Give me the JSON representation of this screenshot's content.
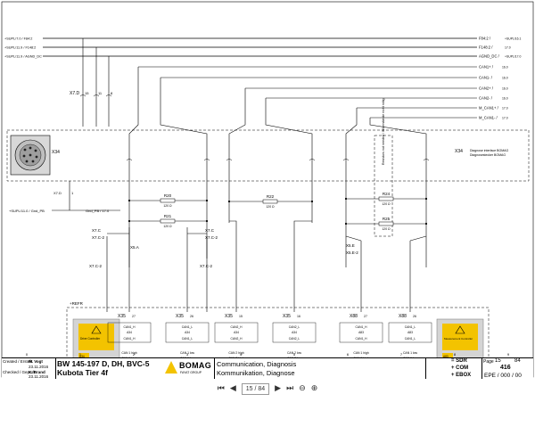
{
  "supplies_left": [
    {
      "label": "+SUPL/7.0 / F84:2"
    },
    {
      "label": "+SUPL/11.9 / F148:2"
    },
    {
      "label": "+SUPL/11.9 / AGND_DC"
    }
  ],
  "supplies_right": [
    {
      "label": "F84:2 /",
      "ref": "+SUPL/16.1"
    },
    {
      "label": "F148:2 /",
      "ref": "17.0"
    },
    {
      "label": "AGND_DC /",
      "ref": "+SUPL/17.0"
    }
  ],
  "can_right": [
    {
      "label": "CAN1+ /",
      "ref": "16.0"
    },
    {
      "label": "CAN1- /",
      "ref": "16.0"
    },
    {
      "label": "CAN2+ /",
      "ref": "16.0"
    },
    {
      "label": "CAN2- /",
      "ref": "16.0"
    },
    {
      "label": "M_CAN1+ /",
      "ref": "17.0"
    },
    {
      "label": "M_CAN1- /",
      "ref": "17.0"
    }
  ],
  "x7d_pins": [
    "X7.D",
    "15",
    "11",
    "8"
  ],
  "x34": {
    "label": "X34",
    "text_line1": "Diagnose interface BOMAG",
    "text_line2": "Diagnosestecker BOMAG"
  },
  "dashed_note": "Resistors not needed / Widerstände nicht nötig",
  "gnd": {
    "left": "+SUPL/11.0 / Gnd_PB",
    "right": "Gnd_PB / 17.0",
    "conn": "X7.D",
    "pin": "1"
  },
  "resistors": [
    {
      "name": "R20",
      "value": "120 Ω"
    },
    {
      "name": "R21",
      "value": "120 Ω"
    },
    {
      "name": "R22",
      "value": "120 Ω"
    },
    {
      "name": "R24",
      "value": "120 Ω"
    },
    {
      "name": "R25",
      "value": "120 Ω"
    }
  ],
  "connectors": {
    "x7c_a": "X7.C",
    "x7c2_a": "X7.C-2",
    "x7c_b": "X7.C",
    "x7c2_b": "X7.C-2",
    "x5a": "X5.A",
    "x5e": "X5.E",
    "x5e2": "X5.E-2",
    "x7c2_c": "X7.C-2",
    "x7c2_d": "X7.C-2"
  },
  "refr": "+REFR",
  "controllers": {
    "left": {
      "name": "Drive Controller",
      "id": "A34"
    },
    "right": {
      "name": "Measurement Controller",
      "id": "A83"
    }
  },
  "module_cols": [
    {
      "conn": "X35",
      "pin": "27",
      "sig": "CAN1_H",
      "dev": "A34",
      "line": "CAN 1 high",
      "line2": "CAN 1 high"
    },
    {
      "conn": "X35",
      "pin": "26",
      "sig": "CAN1_L",
      "dev": "A34",
      "line": "CAN 1 low",
      "line2": "CAN 1 low"
    },
    {
      "conn": "X35",
      "pin": "15",
      "sig": "CAN2_H",
      "dev": "A34",
      "line": "CAN 2 high",
      "line2": "CAN 2 high"
    },
    {
      "conn": "X35",
      "pin": "16",
      "sig": "CAN2_L",
      "dev": "A34",
      "line": "CAN 2 low",
      "line2": "CAN 2 low"
    },
    {
      "conn": "X88",
      "pin": "27",
      "sig": "CAN1_H",
      "dev": "A83",
      "line": "CAN 1 high",
      "line2": "CAN 1 high"
    },
    {
      "conn": "X88",
      "pin": "26",
      "sig": "CAN1_L",
      "dev": "A83",
      "line": "CAN 1 low",
      "line2": "CAN 1 low"
    }
  ],
  "grid_numbers": [
    "0",
    "1",
    "2",
    "3",
    "4",
    "5",
    "6",
    "7",
    "8",
    "9"
  ],
  "title_block": {
    "created_label": "Created / Erstellt",
    "created_by": "M. Vogt",
    "created_date": "23.11.2016",
    "checked_label": "Checked / Geprüft",
    "checked_by": "K. Brand",
    "checked_date": "23.11.2016",
    "model_line1": "BW 145-197 D, DH, BVC-5",
    "model_line2": "Kubota Tier 4f",
    "brand": "BOMAG",
    "brand_sub": "FAYAT GROUP",
    "desc_en": "Communication, Diagnosis",
    "desc_de": "Kommunikation, Diagnose",
    "func": "= SDR",
    "location": "+ COM",
    "mounting": "+ EBOX",
    "page_label": "Page",
    "page": "15",
    "page_of": "84",
    "sheet_no": "416",
    "epe": "EPE / 000 / 00"
  },
  "toolbar": {
    "page_value": "15 / 84"
  }
}
